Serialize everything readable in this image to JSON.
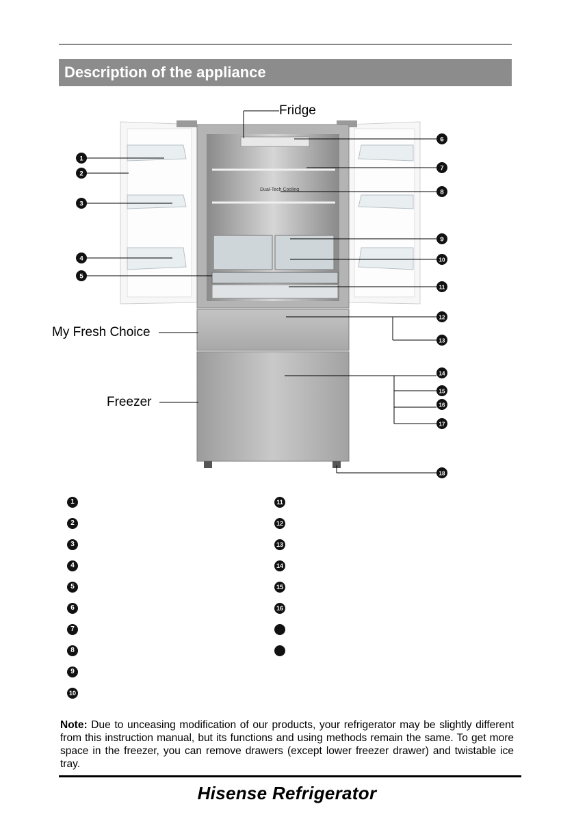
{
  "header": {
    "title": "Description of the appliance"
  },
  "figure": {
    "labels": {
      "fridge": "Fridge",
      "fresh_choice": "My Fresh Choice",
      "freezer": "Freezer",
      "shelf_text": "Dual-Tech Cooling"
    },
    "callouts": [
      "1",
      "2",
      "3",
      "4",
      "5",
      "6",
      "7",
      "8",
      "9",
      "10",
      "11",
      "12",
      "13",
      "14",
      "15",
      "16",
      "17",
      "18"
    ]
  },
  "legend": {
    "left": [
      {
        "num": "1",
        "text": ""
      },
      {
        "num": "2",
        "text": ""
      },
      {
        "num": "3",
        "text": ""
      },
      {
        "num": "4",
        "text": ""
      },
      {
        "num": "5",
        "text": ""
      },
      {
        "num": "6",
        "text": ""
      },
      {
        "num": "7",
        "text": ""
      },
      {
        "num": "8",
        "text": ""
      },
      {
        "num": "9",
        "text": ""
      },
      {
        "num": "10",
        "text": ""
      }
    ],
    "right": [
      {
        "num": "11",
        "text": ""
      },
      {
        "num": "12",
        "text": ""
      },
      {
        "num": "13",
        "text": ""
      },
      {
        "num": "14",
        "text": ""
      },
      {
        "num": "15",
        "text": ""
      },
      {
        "num": "16",
        "text": ""
      },
      {
        "num": "",
        "text": ""
      },
      {
        "num": "",
        "text": ""
      }
    ]
  },
  "note": {
    "label": "Note:",
    "text": " Due to unceasing modification of our products, your refrigerator may be slightly different from this instruction manual, but its functions and using methods remain the same. To get more space in the freezer, you can remove drawers (except lower freezer drawer) and twistable ice tray."
  },
  "footer": {
    "brand": "Hisense Refrigerator"
  }
}
